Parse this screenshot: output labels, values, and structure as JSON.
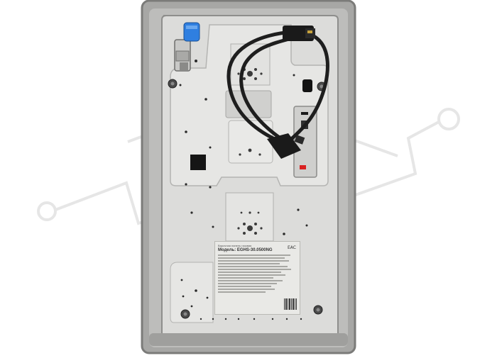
{
  "image": {
    "subject": "",
    "background_color": "#ffffff",
    "tray_color": "#a7a7a5",
    "panel_color": "#dcdcda",
    "cable_color": "#1e1e1e",
    "fitting_color": "#2f7fe0",
    "watermark_color": "#e6e6e6"
  },
  "rating_label": {
    "top_text": "Варочная панель газовая",
    "model_text": "Модель: EGHS-30.0500NG",
    "eac_mark": "EAC",
    "ce_mark": "",
    "line_count": 14
  }
}
